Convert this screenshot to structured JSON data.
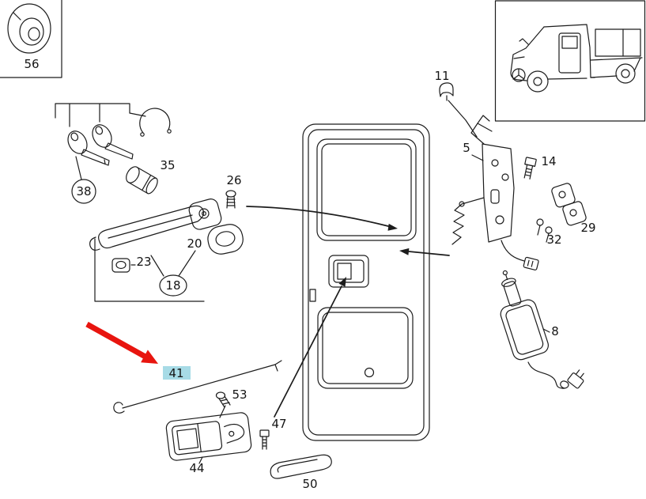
{
  "diagram": {
    "background": "#ffffff",
    "line_color": "#1c1c1c",
    "accent": {
      "arrow_color": "#e8150f",
      "highlight_color": "#a7dbe6"
    },
    "parts": {
      "p56": {
        "label": "56"
      },
      "p38": {
        "label": "38"
      },
      "p35": {
        "label": "35"
      },
      "p26": {
        "label": "26"
      },
      "p20": {
        "label": "20"
      },
      "p23": {
        "label": "23"
      },
      "p18": {
        "label": "18"
      },
      "p41": {
        "label": "41"
      },
      "p53": {
        "label": "53"
      },
      "p47": {
        "label": "47"
      },
      "p44": {
        "label": "44"
      },
      "p50": {
        "label": "50"
      },
      "p11": {
        "label": "11"
      },
      "p5": {
        "label": "5"
      },
      "p14": {
        "label": "14"
      },
      "p32": {
        "label": "32"
      },
      "p29": {
        "label": "29"
      },
      "p8": {
        "label": "8"
      }
    }
  }
}
